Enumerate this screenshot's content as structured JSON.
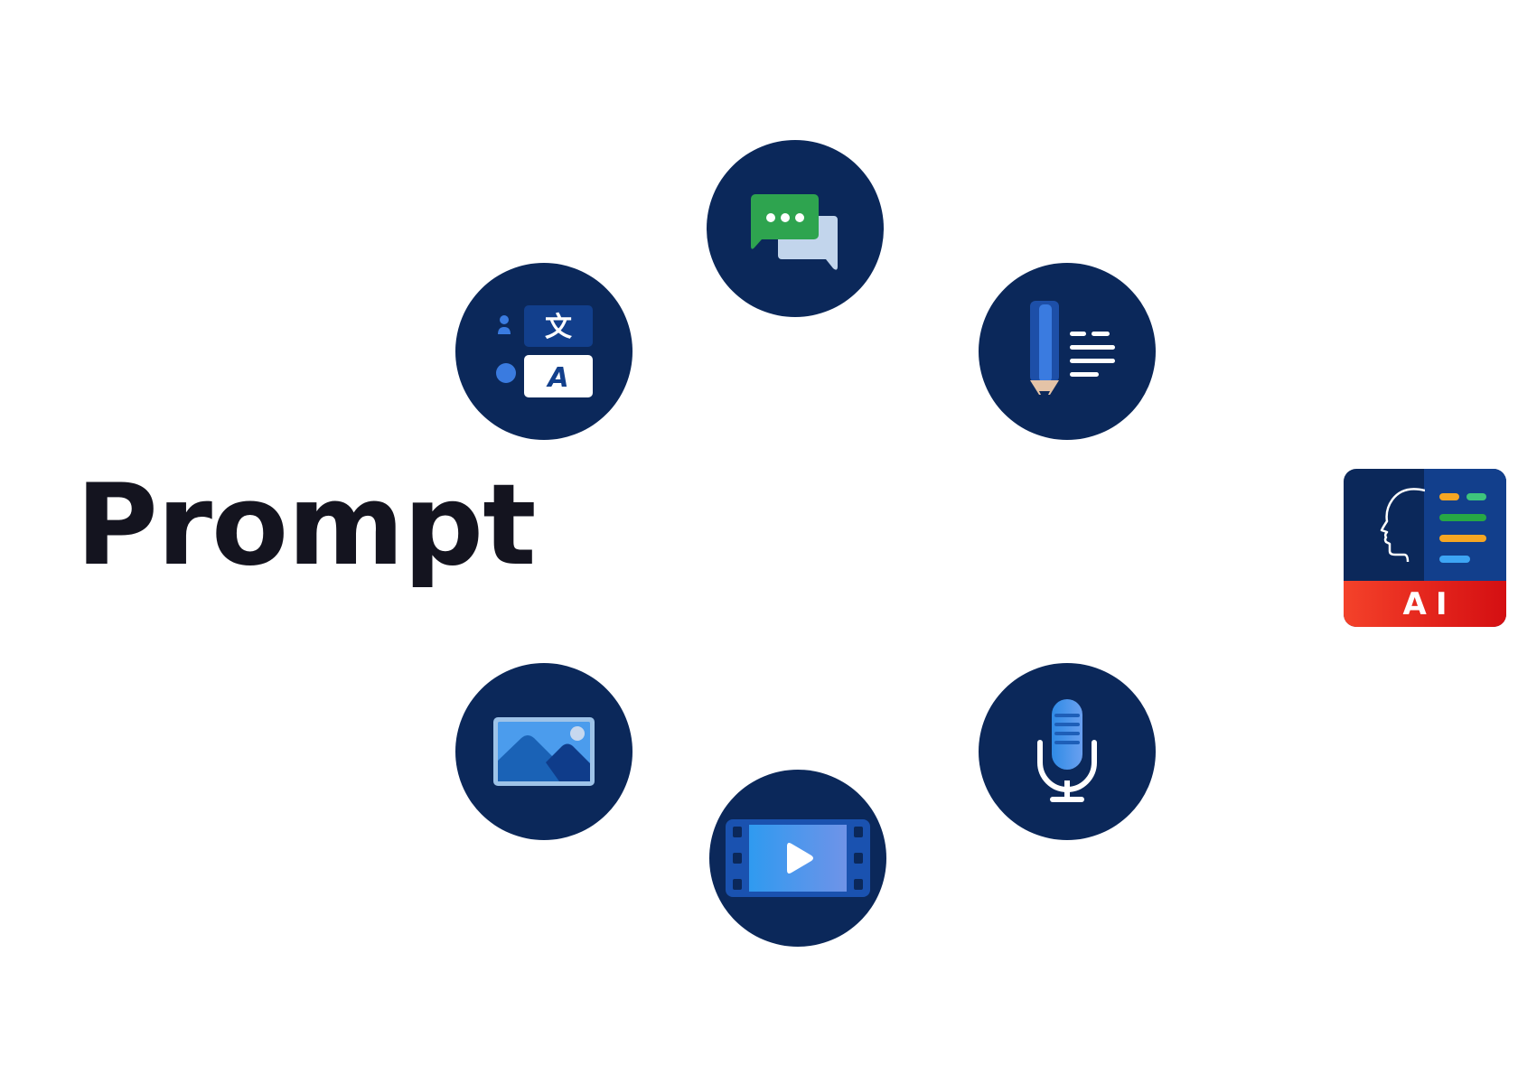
{
  "title": "Prompt",
  "nodes": [
    {
      "id": "chat",
      "icon": "chat-bubbles-icon"
    },
    {
      "id": "translate",
      "icon": "translate-icon"
    },
    {
      "id": "writing",
      "icon": "pencil-text-icon"
    },
    {
      "id": "image",
      "icon": "image-icon"
    },
    {
      "id": "audio",
      "icon": "microphone-icon"
    },
    {
      "id": "video",
      "icon": "video-play-icon"
    }
  ],
  "ai_app": {
    "label": "AI",
    "icon": "ai-head-document-icon",
    "line_colors": [
      "#f5a623",
      "#3ec57c",
      "#27a845",
      "#f5a623",
      "#3da5f4"
    ]
  },
  "translate_icon": {
    "top_glyph": "文",
    "bottom_glyph": "A"
  },
  "colors": {
    "node_background": "#0b285a",
    "text": "#14141f",
    "ai_bar": "#e3241c"
  }
}
